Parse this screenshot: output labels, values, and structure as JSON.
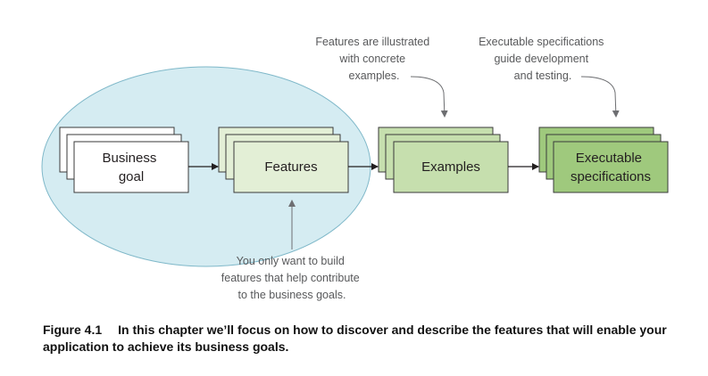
{
  "nodes": {
    "business_goal": {
      "lines": [
        "Business",
        "goal"
      ]
    },
    "features": {
      "lines": [
        "Features"
      ]
    },
    "examples": {
      "lines": [
        "Examples"
      ]
    },
    "executable_specifications": {
      "lines": [
        "Executable",
        "specifications"
      ]
    }
  },
  "notes": {
    "features_illustrated": [
      "Features are illustrated",
      "with concrete",
      "examples."
    ],
    "executable_specs_guide": [
      "Executable specifications",
      "guide development",
      "and testing."
    ],
    "build_features": [
      "You only want to build",
      "features that help contribute",
      "to the business goals."
    ]
  },
  "caption": {
    "number": "Figure 4.1",
    "text": "In this chapter we’ll focus on how to discover and describe the features that will enable your application to achieve its business goals."
  },
  "colors": {
    "ellipse_fill": "#d5ecf2",
    "ellipse_stroke": "#7fb8c9",
    "business_fill": "#ffffff",
    "features_fill": "#e3efd6",
    "examples_fill": "#c6dfae",
    "specs_fill": "#9fc97d",
    "box_stroke": "#3a3a3a",
    "arrow": "#231f20",
    "note_arrow": "#6d6e71"
  }
}
